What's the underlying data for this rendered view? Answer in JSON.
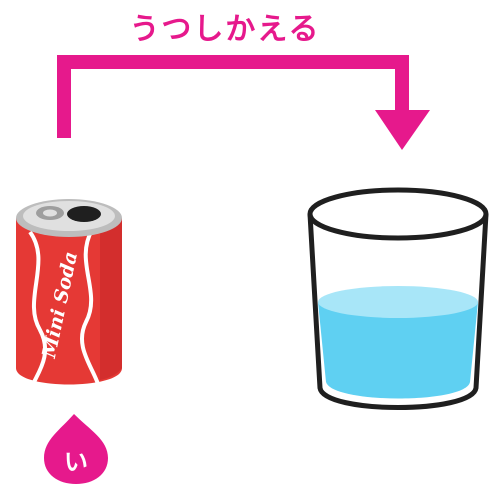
{
  "title": "うつしかえる",
  "can": {
    "brand": "Mini Soda",
    "body_color": "#e53935",
    "stripe_color": "#ffffff"
  },
  "glass": {
    "water_color": "#5fd0f2"
  },
  "badge": {
    "label": "い",
    "color": "#e6198c"
  },
  "colors": {
    "accent": "#e6198c"
  },
  "icons": {
    "arrow": "transfer-arrow-icon",
    "can": "soda-can-icon",
    "glass": "glass-of-water-icon",
    "badge": "drop-badge-icon"
  }
}
